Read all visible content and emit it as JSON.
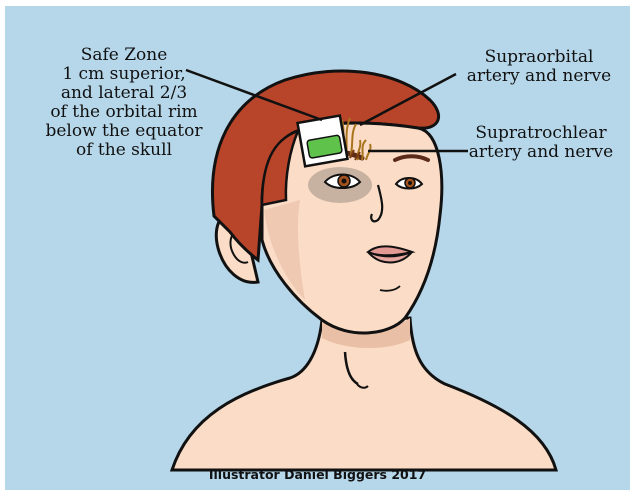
{
  "labels": {
    "safe_zone": [
      "Safe Zone",
      "1 cm superior,",
      "and lateral 2/3",
      "of the orbital rim",
      "below the equator",
      "of the skull"
    ],
    "supraorbital": [
      "Supraorbital",
      "artery and nerve"
    ],
    "supratrochlear": [
      "Supratrochlear",
      "artery and nerve"
    ]
  },
  "credit": "Illustrator Daniel Biggers 2017",
  "colors": {
    "background": "#b6d7ea",
    "skin": "#fbdcc6",
    "hair": "#b8442a",
    "safe_zone": "#5fc24a",
    "nerve": "#a8741e"
  }
}
